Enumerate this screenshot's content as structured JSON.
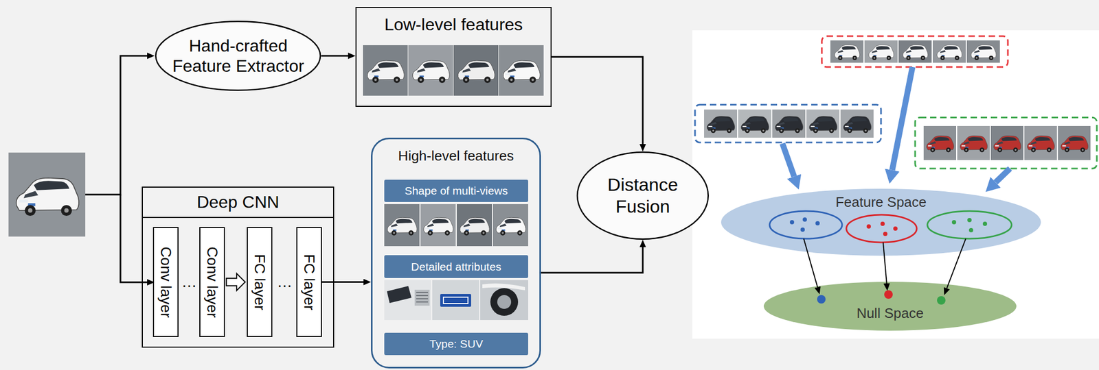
{
  "diagram": {
    "nodes": [
      {
        "text": [
          "Hand-crafted Feature Extractor"
        ]
      },
      {
        "text": [
          "Low-level features"
        ]
      },
      {
        "text": [
          "Deep CNN"
        ]
      },
      {
        "text": [
          "Conv layer"
        ],
        "in": 2
      },
      {
        "text": [
          "Conv layer"
        ],
        "in": 2
      },
      {
        "text": [
          "FC layer"
        ],
        "in": 2
      },
      {
        "text": [
          "FC layer"
        ],
        "in": 2
      },
      {
        "text": [
          "High-level features"
        ]
      },
      {
        "text": [
          "Shape of multi-views"
        ],
        "in": 7
      },
      {
        "text": [
          "Detailed attributes"
        ],
        "in": 7
      },
      {
        "text": [
          "Type: SUV"
        ],
        "in": 7
      },
      {
        "text": [
          "Distance Fusion"
        ]
      },
      {
        "text": [
          "Feature Space"
        ]
      },
      {
        "text": [
          "Null Space"
        ]
      }
    ],
    "edges": [
      {
        "from": 0,
        "to": 1,
        "arrow": "to"
      },
      {
        "from": 1,
        "to": 11,
        "arrow": "to"
      },
      {
        "from": 4,
        "to": 5,
        "arrow": "to"
      },
      {
        "from": 6,
        "to": 7,
        "arrow": "to"
      },
      {
        "from": 7,
        "to": 11,
        "arrow": "to"
      }
    ],
    "labels": [
      "…",
      "…"
    ]
  }
}
